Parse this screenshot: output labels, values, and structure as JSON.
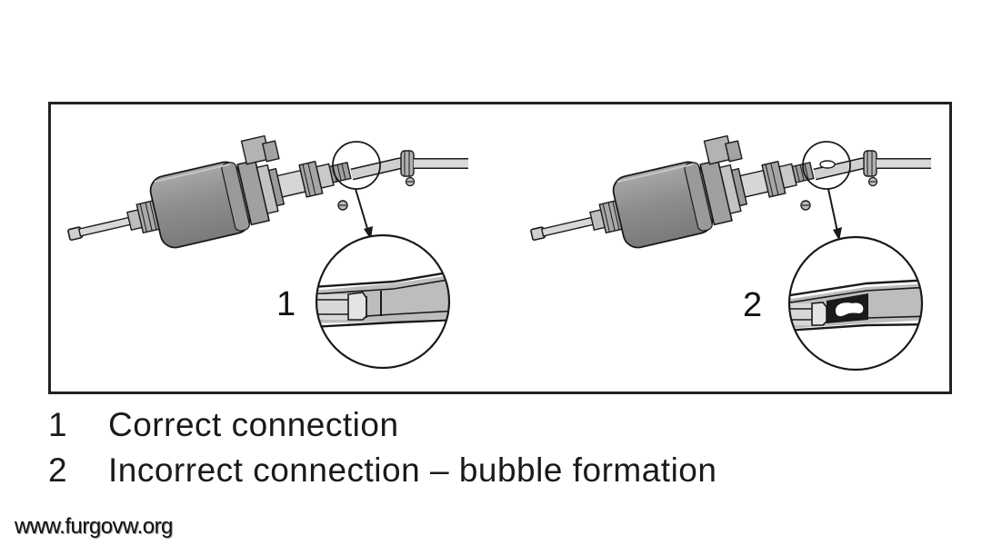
{
  "callouts": [
    {
      "number": "1",
      "state": "correct"
    },
    {
      "number": "2",
      "state": "bubble"
    }
  ],
  "legend": [
    {
      "number": "1",
      "text": "Correct connection"
    },
    {
      "number": "2",
      "text": "Incorrect connection – bubble formation"
    }
  ],
  "watermark": "www.furgovw.org",
  "colors": {
    "line": "#1a1a1a",
    "pump_body": "#8c8c8c",
    "pump_light": "#b5b5b5",
    "pipe_fill": "#cfcfcf",
    "frame": "#222222"
  }
}
